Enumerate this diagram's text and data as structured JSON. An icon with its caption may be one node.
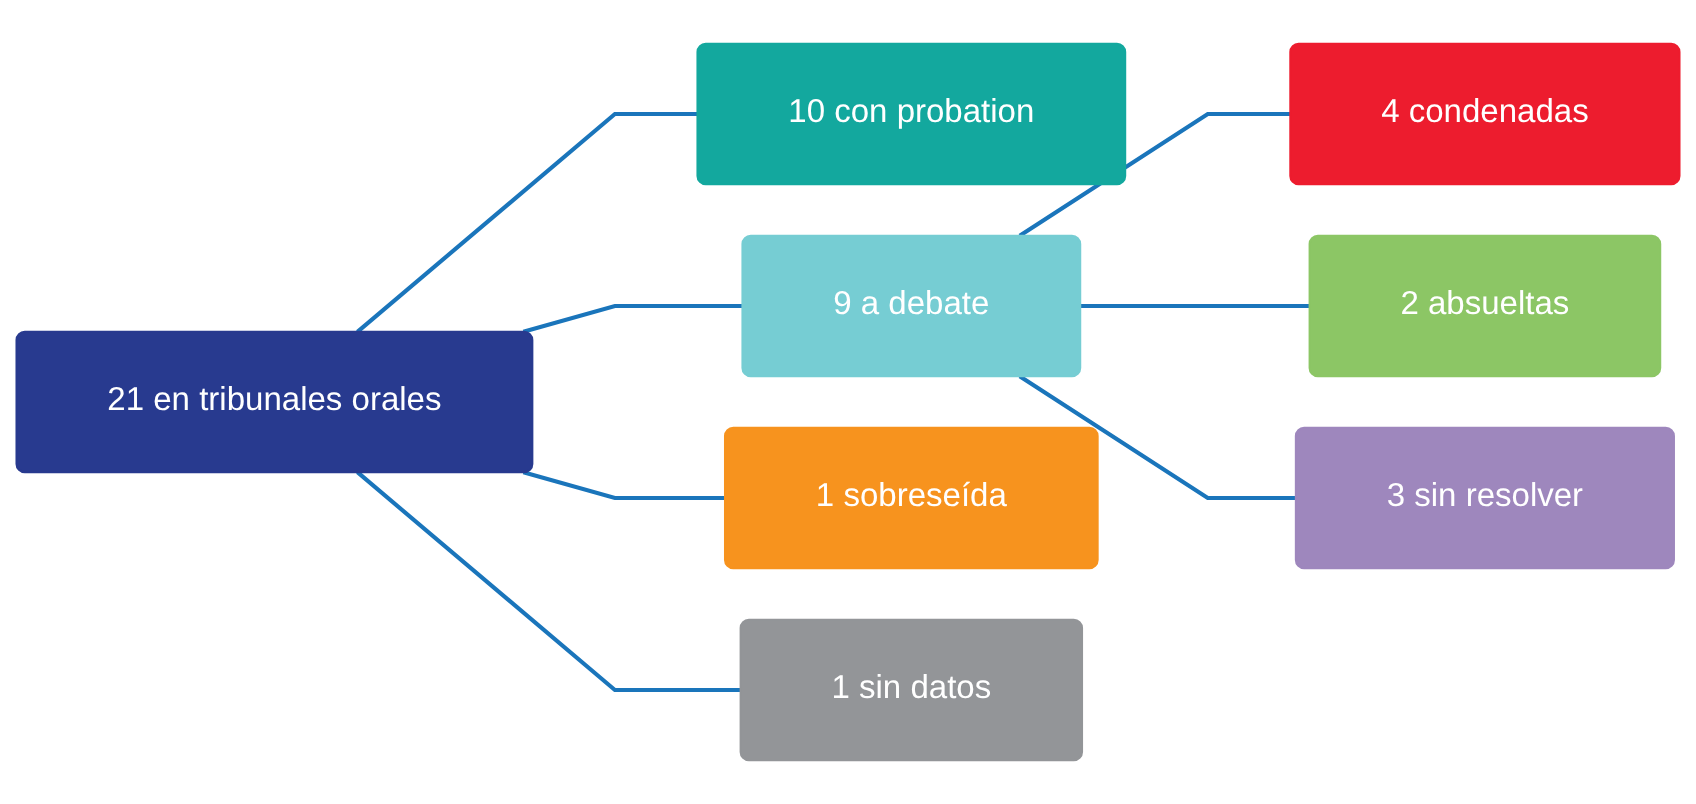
{
  "diagram": {
    "nodes": [
      {
        "text": [
          "21 en tribunales orales"
        ]
      },
      {
        "text": [
          "10 con probation"
        ]
      },
      {
        "text": [
          "9 a debate"
        ]
      },
      {
        "text": [
          "1 sobreseída"
        ]
      },
      {
        "text": [
          "1 sin datos"
        ]
      },
      {
        "text": [
          "4 condenadas"
        ]
      },
      {
        "text": [
          "2 absueltas"
        ]
      },
      {
        "text": [
          "3 sin resolver"
        ]
      }
    ],
    "edges": [
      {
        "from": 0,
        "to": 1,
        "arrow": "none"
      },
      {
        "from": 0,
        "to": 2,
        "arrow": "none"
      },
      {
        "from": 0,
        "to": 3,
        "arrow": "none"
      },
      {
        "from": 0,
        "to": 4,
        "arrow": "none"
      },
      {
        "from": 2,
        "to": 5,
        "arrow": "none"
      },
      {
        "from": 2,
        "to": 6,
        "arrow": "none"
      },
      {
        "from": 2,
        "to": 7,
        "arrow": "none"
      }
    ]
  }
}
